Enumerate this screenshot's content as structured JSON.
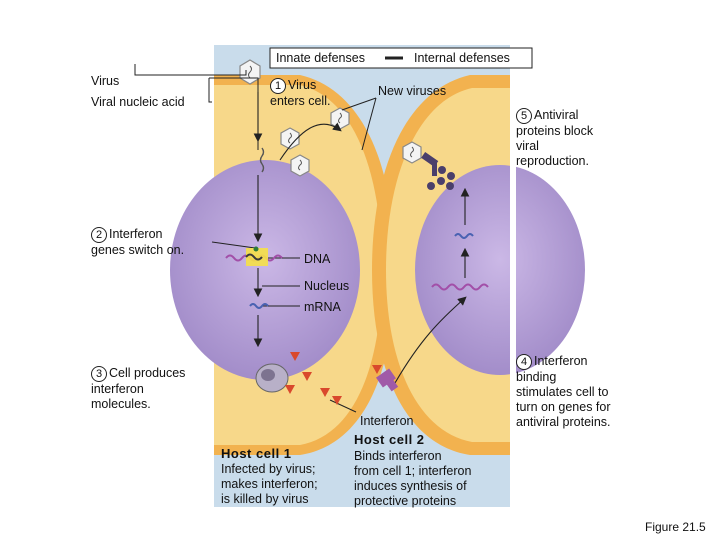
{
  "legend": {
    "innate": "Innate defenses",
    "internal": "Internal defenses"
  },
  "labels": {
    "virus": "Virus",
    "viral_nucleic_acid": "Viral nucleic acid",
    "dna": "DNA",
    "nucleus": "Nucleus",
    "mrna": "mRNA",
    "new_viruses": "New viruses",
    "interferon": "Interferon"
  },
  "steps": [
    {
      "num": "1",
      "text": "Virus\nenters cell."
    },
    {
      "num": "2",
      "text": "Interferon\ngenes switch on."
    },
    {
      "num": "3",
      "text": "Cell produces\ninterferon\nmolecules."
    },
    {
      "num": "4",
      "text": "Interferon\nbinding\nstimulates cell to\nturn on genes for\nantiviral proteins."
    },
    {
      "num": "5",
      "text": "Antiviral\nproteins block\nviral\nreproduction."
    }
  ],
  "cell1": {
    "title": "Host cell 1",
    "desc": "Infected by virus;\nmakes interferon;\nis killed by virus"
  },
  "cell2": {
    "title": "Host cell 2",
    "desc": "Binds interferon\nfrom cell 1; interferon\ninduces synthesis of\nprotective proteins"
  },
  "figure_label": "Figure 21.5",
  "colors": {
    "panel": "#c9dceb",
    "cytoplasm": "#f7d88a",
    "membrane": "#f2b24f",
    "nucleus": "#b9a6d8",
    "interferon": "#d9482c",
    "receptor": "#a05aa8",
    "antiviral": "#4a3f6b"
  }
}
